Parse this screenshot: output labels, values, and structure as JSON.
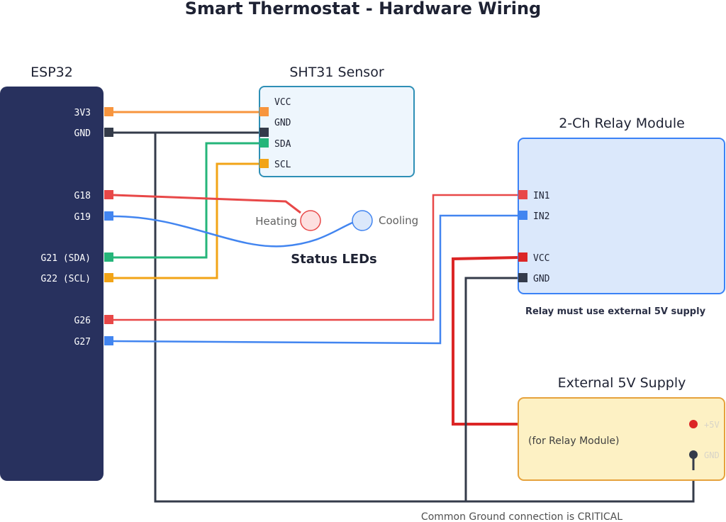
{
  "title": "Smart Thermostat - Hardware Wiring",
  "colors": {
    "esp32_body": "#28315e",
    "sensor_fill": "#eef6fd",
    "sensor_border": "#2e8fb6",
    "relay_fill": "#dbe8fb",
    "relay_border": "#3b82f6",
    "supply_fill": "#fdf1c4",
    "supply_border": "#e6a23c",
    "wire_orange": "#f7953e",
    "wire_ground": "#343b4a",
    "wire_green": "#25b57a",
    "wire_amber": "#f2a417",
    "wire_red": "#e84848",
    "wire_blue": "#4285f0",
    "wire_red_power": "#dc2626"
  },
  "esp32": {
    "label": "ESP32",
    "pins": [
      "3V3",
      "GND",
      "G18",
      "G19",
      "G21 (SDA)",
      "G22 (SCL)",
      "G26",
      "G27"
    ]
  },
  "sensor": {
    "label": "SHT31 Sensor",
    "pins": [
      "VCC",
      "GND",
      "SDA",
      "SCL"
    ]
  },
  "relay": {
    "label": "2-Ch Relay Module",
    "pins": [
      "IN1",
      "IN2",
      "VCC",
      "GND"
    ],
    "note": "Relay must use external 5V supply"
  },
  "leds": {
    "label": "Status LEDs",
    "heating": "Heating",
    "cooling": "Cooling"
  },
  "supply": {
    "label": "External 5V Supply",
    "subtitle": "(for Relay Module)",
    "pin_pos": "+5V",
    "pin_gnd": "GND"
  },
  "footer_note": "Common Ground connection is CRITICAL"
}
